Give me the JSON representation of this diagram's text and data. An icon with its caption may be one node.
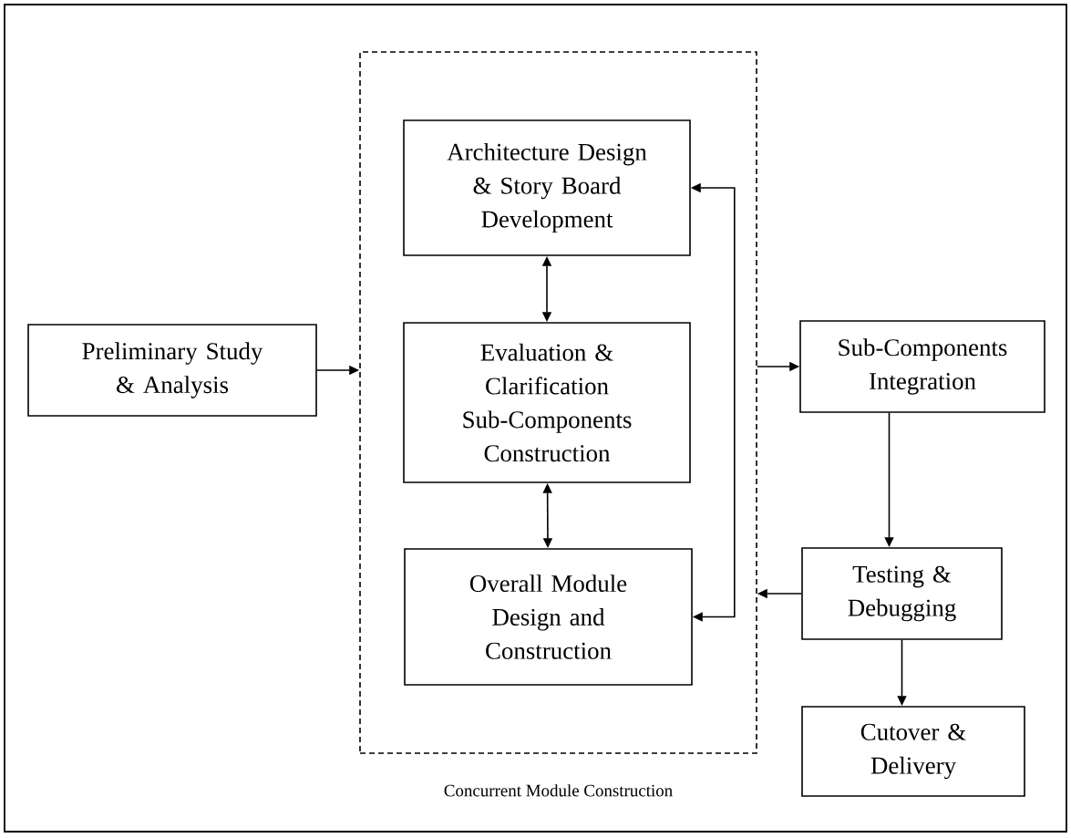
{
  "diagram": {
    "nodes": [
      {
        "text": [
          "Concurrent Module Construction"
        ]
      },
      {
        "text": [
          "Architecture Design & Story Board Development"
        ],
        "in": 0
      },
      {
        "text": [
          "Evaluation & Clarification Sub-Components Construction"
        ],
        "in": 0
      },
      {
        "text": [
          "Overall Module Design and Construction"
        ],
        "in": 0
      },
      {
        "text": [
          "Preliminary Study & Analysis"
        ]
      },
      {
        "text": [
          "Sub-Components Integration"
        ]
      },
      {
        "text": [
          "Testing & Debugging"
        ]
      },
      {
        "text": [
          "Cutover & Delivery"
        ]
      }
    ],
    "edges": [
      {
        "from": 4,
        "to": 0,
        "arrow": "to"
      },
      {
        "from": 1,
        "to": 2,
        "arrow": "both"
      },
      {
        "from": 2,
        "to": 3,
        "arrow": "both"
      },
      {
        "from": 1,
        "to": 3,
        "arrow": "both"
      },
      {
        "from": 0,
        "to": 5,
        "arrow": "to"
      },
      {
        "from": 5,
        "to": 6,
        "arrow": "to"
      },
      {
        "from": 6,
        "to": 0,
        "arrow": "to"
      },
      {
        "from": 6,
        "to": 7,
        "arrow": "to"
      }
    ]
  }
}
